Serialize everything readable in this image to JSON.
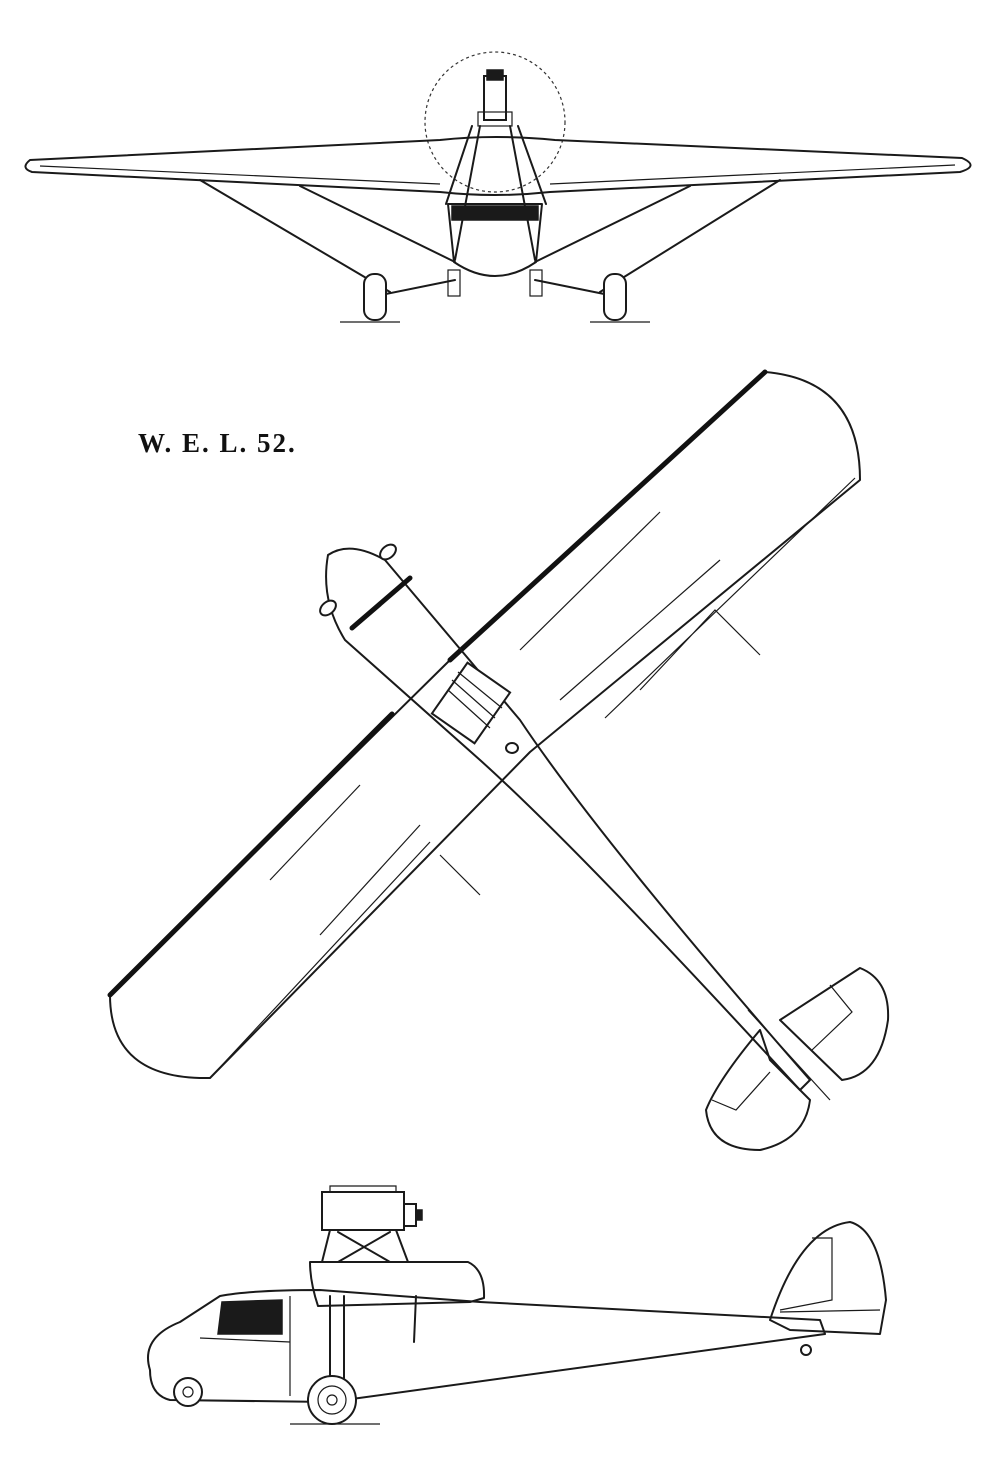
{
  "drawing": {
    "title": "W. E. L. 52.",
    "views": [
      "front-view",
      "plan-view",
      "side-view"
    ]
  }
}
